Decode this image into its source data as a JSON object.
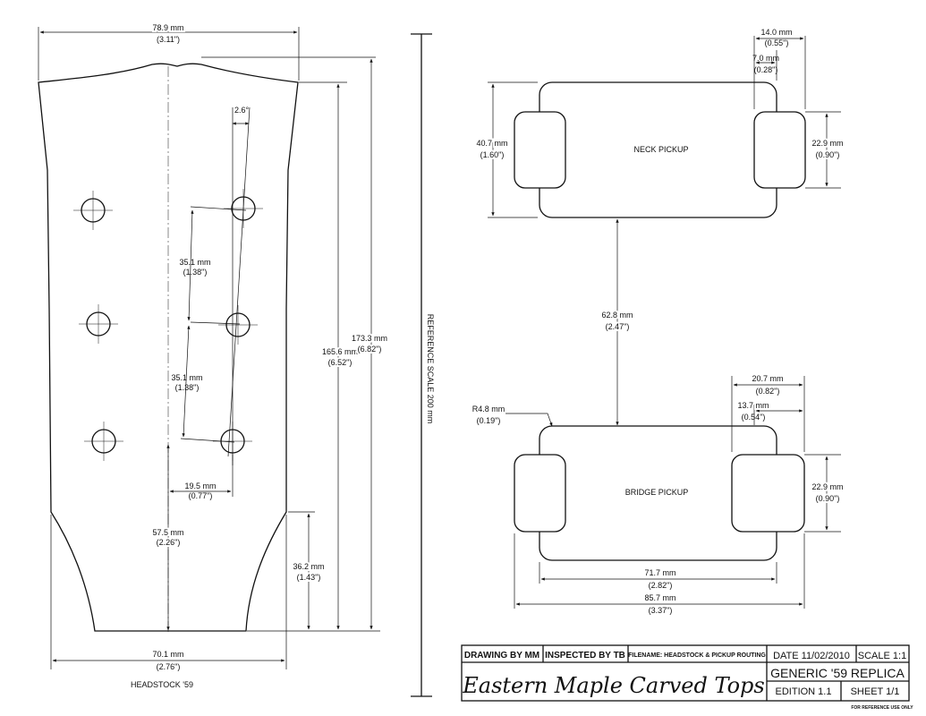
{
  "headstock": {
    "top_width": "78.9 mm",
    "top_width_in": "(3.11\")",
    "angle": "2.6°",
    "spacing_1": "35.1 mm",
    "spacing_1_in": "(1.38\")",
    "spacing_2": "35.1 mm",
    "spacing_2_in": "(1.38\")",
    "offset": "19.5 mm",
    "offset_in": "(0.77\")",
    "nut_to_hole": "57.5 mm",
    "nut_to_hole_in": "(2.26\")",
    "taper_len": "36.2 mm",
    "taper_len_in": "(1.43\")",
    "len_inner": "165.6 mm",
    "len_inner_in": "(6.52\")",
    "len_outer": "173.3 mm",
    "len_outer_in": "(6.82\")",
    "bottom_width": "70.1 mm",
    "bottom_width_in": "(2.76\")",
    "label": "HEADSTOCK '59"
  },
  "reference_scale": "REFERENCE SCALE 200 mm",
  "neck_pickup": {
    "label": "NECK PICKUP",
    "ear_width": "14.0 mm",
    "ear_width_in": "(0.55\")",
    "ear_overlap": "7.0 mm",
    "ear_overlap_in": "(0.28\")",
    "height": "40.7 mm",
    "height_in": "(1.60\")",
    "ear_height": "22.9 mm",
    "ear_height_in": "(0.90\")"
  },
  "spacing": {
    "value": "62.8 mm",
    "value_in": "(2.47\")"
  },
  "bridge_pickup": {
    "label": "BRIDGE PICKUP",
    "radius": "R4.8 mm",
    "radius_in": "(0.19\")",
    "ear_width": "20.7 mm",
    "ear_width_in": "(0.82\")",
    "ear_inner": "13.7 mm",
    "ear_inner_in": "(0.54\")",
    "ear_height": "22.9 mm",
    "ear_height_in": "(0.90\")",
    "body_width": "71.7 mm",
    "body_width_in": "(2.82\")",
    "total_width": "85.7 mm",
    "total_width_in": "(3.37\")"
  },
  "title_block": {
    "drawn_by": "DRAWING BY MM",
    "inspected_by": "INSPECTED BY TB",
    "filename": "FILENAME: HEADSTOCK & PICKUP ROUTING",
    "date": "DATE 11/02/2010",
    "scale": "SCALE 1:1",
    "company": "Eastern Maple Carved Tops",
    "project": "GENERIC '59 REPLICA",
    "edition": "EDITION 1.1",
    "sheet": "SHEET 1/1",
    "note": "FOR REFERENCE USE ONLY"
  }
}
